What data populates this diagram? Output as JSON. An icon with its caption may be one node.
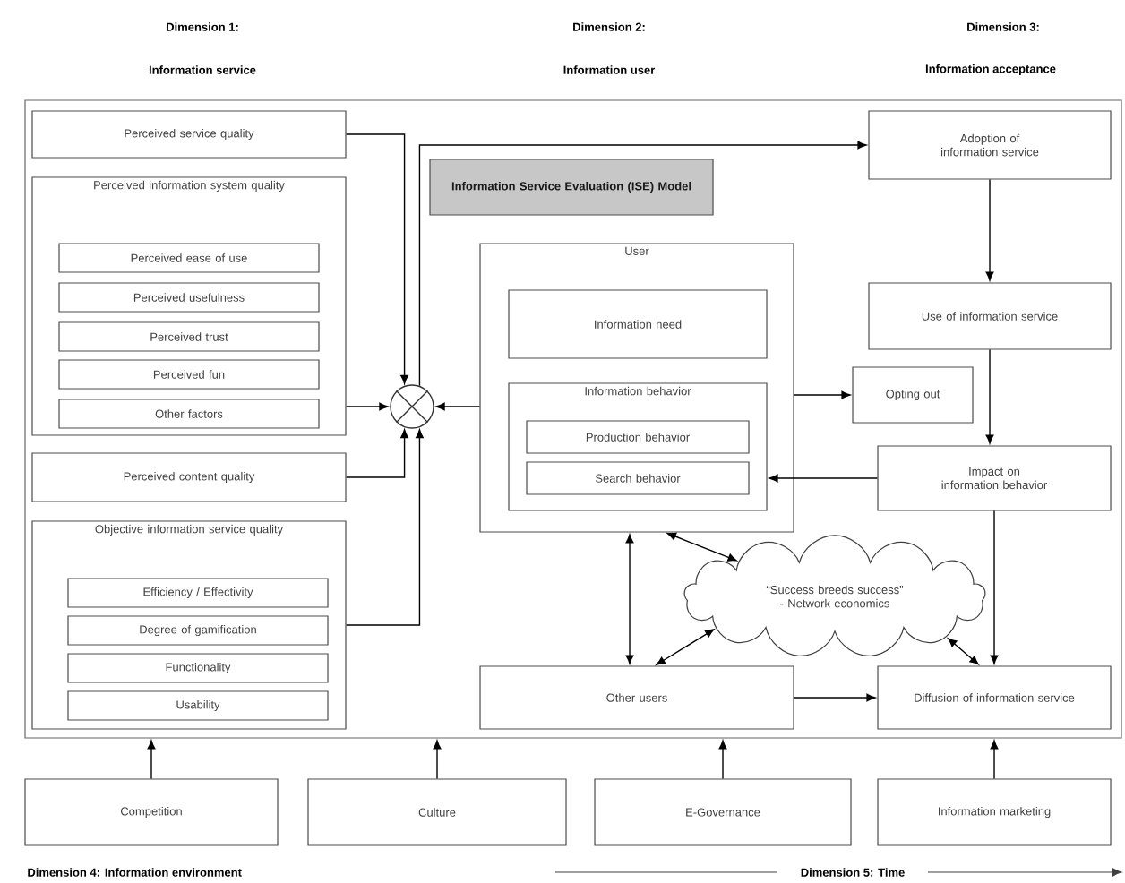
{
  "diagram": {
    "nodes": [
      {
        "text": [],
        "shape": "box"
      },
      {
        "text": [
          "Perceived service quality"
        ],
        "in": 0
      },
      {
        "text": [
          "Perceived information system quality"
        ],
        "in": 0
      },
      {
        "text": [
          "Perceived ease of use"
        ],
        "in": 2
      },
      {
        "text": [
          "Perceived usefulness"
        ],
        "in": 2
      },
      {
        "text": [
          "Perceived trust"
        ],
        "in": 2
      },
      {
        "text": [
          "Perceived fun"
        ],
        "in": 2
      },
      {
        "text": [
          "Other factors"
        ],
        "in": 2
      },
      {
        "text": [
          "Perceived content quality"
        ],
        "in": 0
      },
      {
        "text": [
          "Objective information service quality"
        ],
        "in": 0
      },
      {
        "text": [
          "Efficiency / Effectivity"
        ],
        "in": 9
      },
      {
        "text": [
          "Degree of gamification"
        ],
        "in": 9
      },
      {
        "text": [
          "Functionality"
        ],
        "in": 9
      },
      {
        "text": [
          "Usability"
        ],
        "in": 9
      },
      {
        "text": [],
        "shape": "circle",
        "in": 0
      },
      {
        "text": [
          "Information Service Evaluation (ISE) Model"
        ],
        "in": 0
      },
      {
        "text": [
          "User"
        ],
        "in": 0
      },
      {
        "text": [
          "Information need"
        ],
        "in": 16
      },
      {
        "text": [
          "Information behavior"
        ],
        "in": 16
      },
      {
        "text": [
          "Production behavior"
        ],
        "in": 18
      },
      {
        "text": [
          "Search behavior"
        ],
        "in": 18
      },
      {
        "text": [
          "Opting out"
        ],
        "in": 0
      },
      {
        "text": [
          "Adoption of information service"
        ],
        "in": 0
      },
      {
        "text": [
          "Use of information service"
        ],
        "in": 0
      },
      {
        "text": [
          "Impact on information behavior"
        ],
        "in": 0
      },
      {
        "text": [
          "“Success breeds success” - Network economics"
        ],
        "in": 0
      },
      {
        "text": [
          "Other users"
        ],
        "in": 0
      },
      {
        "text": [
          "Diffusion of information service"
        ],
        "in": 0
      },
      {
        "text": [
          "Competition"
        ]
      },
      {
        "text": [
          "Culture"
        ]
      },
      {
        "text": [
          "E-Governance"
        ]
      },
      {
        "text": [
          "Information marketing"
        ]
      }
    ],
    "edges": [
      {
        "from": 1,
        "to": 14,
        "arrow": "to"
      },
      {
        "from": 2,
        "to": 14,
        "arrow": "to"
      },
      {
        "from": 8,
        "to": 14,
        "arrow": "to"
      },
      {
        "from": 9,
        "to": 14,
        "arrow": "to"
      },
      {
        "from": 16,
        "to": 14,
        "arrow": "to"
      },
      {
        "from": 14,
        "to": 22,
        "arrow": "to"
      },
      {
        "from": 22,
        "to": 23,
        "arrow": "to"
      },
      {
        "from": 23,
        "to": 24,
        "arrow": "to"
      },
      {
        "from": 24,
        "to": 27,
        "arrow": "to"
      },
      {
        "from": 24,
        "to": 18,
        "arrow": "to"
      },
      {
        "from": 16,
        "to": 21,
        "arrow": "to"
      },
      {
        "from": 16,
        "to": 26,
        "arrow": "both"
      },
      {
        "from": 16,
        "to": 25,
        "arrow": "both"
      },
      {
        "from": 26,
        "to": 25,
        "arrow": "both"
      },
      {
        "from": 25,
        "to": 27,
        "arrow": "both"
      },
      {
        "from": 26,
        "to": 27,
        "arrow": "to"
      },
      {
        "from": 28,
        "to": 0,
        "arrow": "to"
      },
      {
        "from": 29,
        "to": 0,
        "arrow": "to"
      },
      {
        "from": 30,
        "to": 0,
        "arrow": "to"
      },
      {
        "from": 31,
        "to": 0,
        "arrow": "to"
      }
    ],
    "labels": [
      "Dimension 1:",
      "Information service",
      "Dimension 2:",
      "Information user",
      "Dimension 3:",
      "Information acceptance",
      "Dimension 4: Information environment",
      "Dimension 5: Time"
    ]
  }
}
